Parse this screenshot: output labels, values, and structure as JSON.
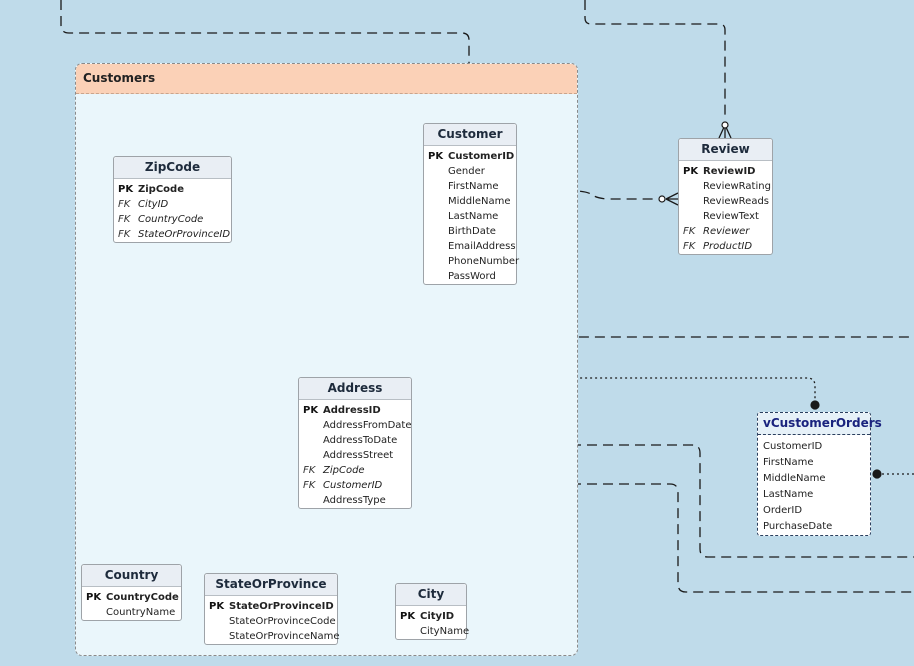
{
  "subject_area": {
    "title": "Customers"
  },
  "entities": {
    "zipcode": {
      "title": "ZipCode",
      "fields": [
        {
          "key": "PK",
          "name": "ZipCode"
        },
        {
          "key": "FK",
          "name": "CityID"
        },
        {
          "key": "FK",
          "name": "CountryCode"
        },
        {
          "key": "FK",
          "name": "StateOrProvinceID"
        }
      ]
    },
    "customer": {
      "title": "Customer",
      "fields": [
        {
          "key": "PK",
          "name": "CustomerID"
        },
        {
          "key": "",
          "name": "Gender"
        },
        {
          "key": "",
          "name": "FirstName"
        },
        {
          "key": "",
          "name": "MiddleName"
        },
        {
          "key": "",
          "name": "LastName"
        },
        {
          "key": "",
          "name": "BirthDate"
        },
        {
          "key": "",
          "name": "EmailAddress"
        },
        {
          "key": "",
          "name": "PhoneNumber"
        },
        {
          "key": "",
          "name": "PassWord"
        }
      ]
    },
    "review": {
      "title": "Review",
      "fields": [
        {
          "key": "PK",
          "name": "ReviewID"
        },
        {
          "key": "",
          "name": "ReviewRating"
        },
        {
          "key": "",
          "name": "ReviewReads"
        },
        {
          "key": "",
          "name": "ReviewText"
        },
        {
          "key": "FK",
          "name": "Reviewer"
        },
        {
          "key": "FK",
          "name": "ProductID"
        }
      ]
    },
    "address": {
      "title": "Address",
      "fields": [
        {
          "key": "PK",
          "name": "AddressID"
        },
        {
          "key": "",
          "name": "AddressFromDate"
        },
        {
          "key": "",
          "name": "AddressToDate"
        },
        {
          "key": "",
          "name": "AddressStreet"
        },
        {
          "key": "FK",
          "name": "ZipCode"
        },
        {
          "key": "FK",
          "name": "CustomerID"
        },
        {
          "key": "",
          "name": "AddressType"
        }
      ]
    },
    "vcustomerorders": {
      "title": "vCustomerOrders",
      "fields": [
        {
          "key": "",
          "name": "CustomerID"
        },
        {
          "key": "",
          "name": "FirstName"
        },
        {
          "key": "",
          "name": "MiddleName"
        },
        {
          "key": "",
          "name": "LastName"
        },
        {
          "key": "",
          "name": "OrderID"
        },
        {
          "key": "",
          "name": "PurchaseDate"
        }
      ]
    },
    "country": {
      "title": "Country",
      "fields": [
        {
          "key": "PK",
          "name": "CountryCode"
        },
        {
          "key": "",
          "name": "CountryName"
        }
      ]
    },
    "stateorprovince": {
      "title": "StateOrProvince",
      "fields": [
        {
          "key": "PK",
          "name": "StateOrProvinceID"
        },
        {
          "key": "",
          "name": "StateOrProvinceCode"
        },
        {
          "key": "",
          "name": "StateOrProvinceName"
        }
      ]
    },
    "city": {
      "title": "City",
      "fields": [
        {
          "key": "PK",
          "name": "CityID"
        },
        {
          "key": "",
          "name": "CityName"
        }
      ]
    }
  },
  "colors": {
    "canvas": "#bfdbea",
    "area_fill": "#eaf6fb",
    "area_header": "#fbd1b7",
    "entity_title_bg": "#e9eef4",
    "view_title_text": "#1a237e",
    "line": "#1a1a1a"
  }
}
